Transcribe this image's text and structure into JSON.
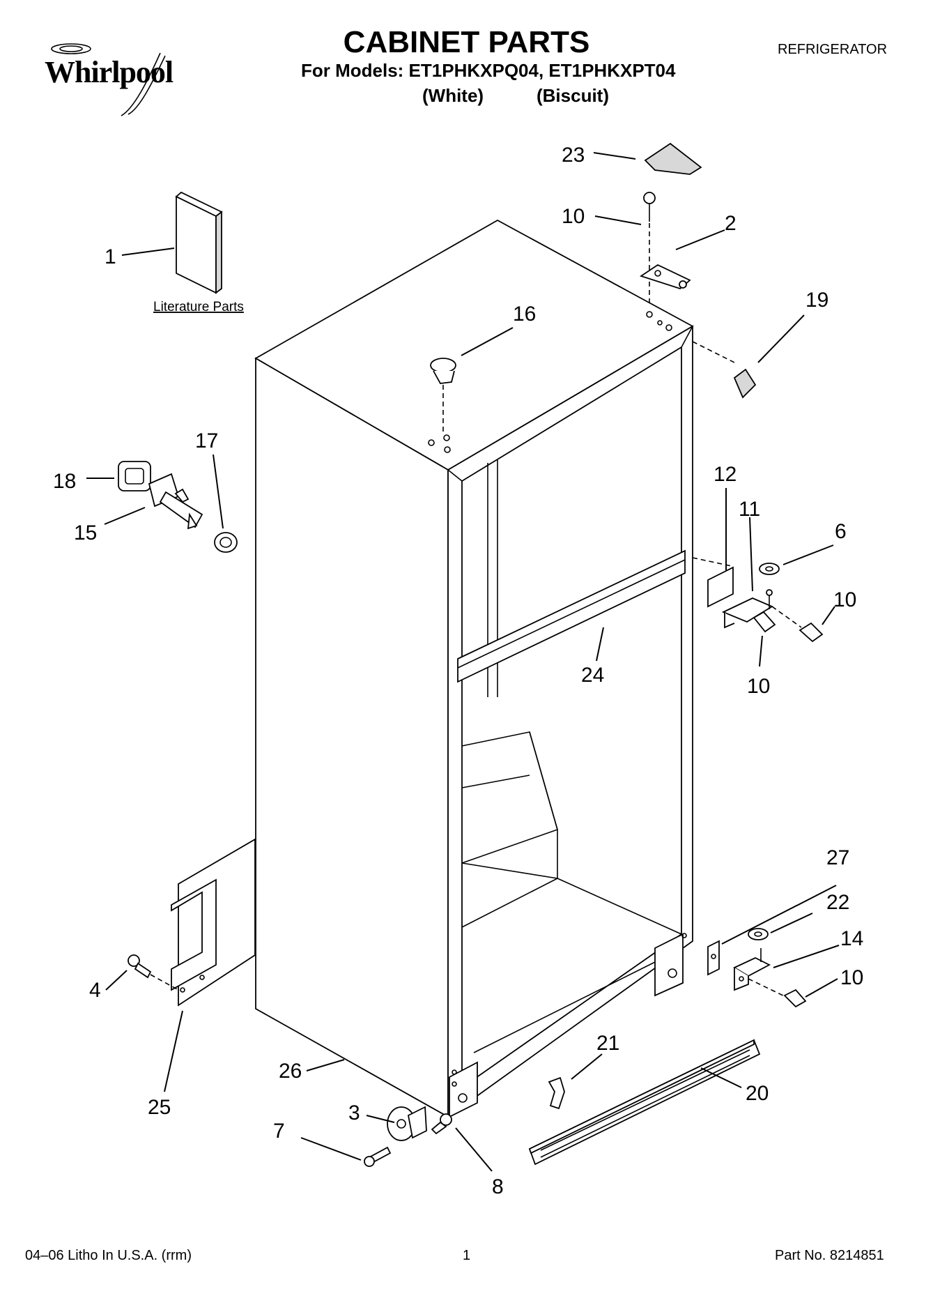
{
  "header": {
    "brand": "Whirlpool",
    "title": "CABINET PARTS",
    "models_line": "For Models: ET1PHKXPQ04, ET1PHKXPT04",
    "color_white": "(White)",
    "color_biscuit": "(Biscuit)",
    "product_type": "REFRIGERATOR"
  },
  "diagram": {
    "literature_label": "Literature Parts",
    "callouts": [
      {
        "id": "c1",
        "label": "1"
      },
      {
        "id": "c2",
        "label": "2"
      },
      {
        "id": "c3",
        "label": "3"
      },
      {
        "id": "c4",
        "label": "4"
      },
      {
        "id": "c6",
        "label": "6"
      },
      {
        "id": "c7",
        "label": "7"
      },
      {
        "id": "c8",
        "label": "8"
      },
      {
        "id": "c10a",
        "label": "10"
      },
      {
        "id": "c10b",
        "label": "10"
      },
      {
        "id": "c10c",
        "label": "10"
      },
      {
        "id": "c10d",
        "label": "10"
      },
      {
        "id": "c11",
        "label": "11"
      },
      {
        "id": "c12",
        "label": "12"
      },
      {
        "id": "c14",
        "label": "14"
      },
      {
        "id": "c15",
        "label": "15"
      },
      {
        "id": "c16",
        "label": "16"
      },
      {
        "id": "c17",
        "label": "17"
      },
      {
        "id": "c18",
        "label": "18"
      },
      {
        "id": "c19",
        "label": "19"
      },
      {
        "id": "c20",
        "label": "20"
      },
      {
        "id": "c21",
        "label": "21"
      },
      {
        "id": "c22",
        "label": "22"
      },
      {
        "id": "c23",
        "label": "23"
      },
      {
        "id": "c24",
        "label": "24"
      },
      {
        "id": "c25",
        "label": "25"
      },
      {
        "id": "c26",
        "label": "26"
      },
      {
        "id": "c27",
        "label": "27"
      }
    ]
  },
  "footer": {
    "litho": "04–06 Litho In U.S.A. (rrm)",
    "page_number": "1",
    "part_number": "Part No. 8214851"
  }
}
